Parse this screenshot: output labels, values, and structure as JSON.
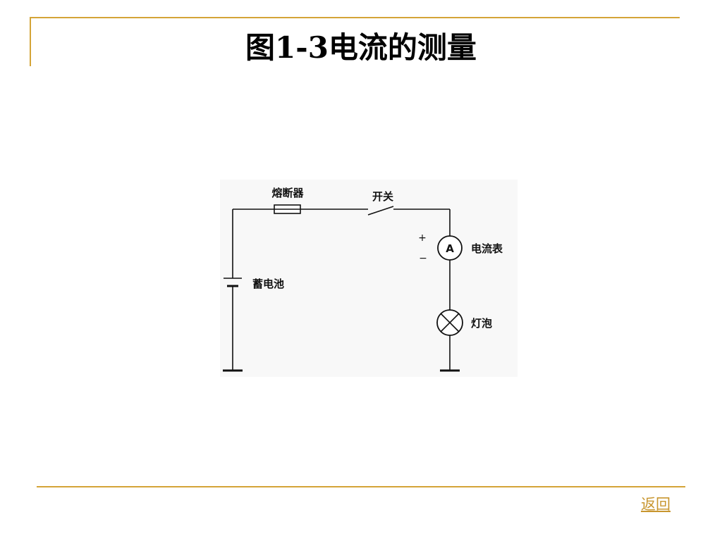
{
  "slide": {
    "title": "图1-3电流的测量",
    "back_link": "返回"
  },
  "diagram": {
    "fuse_label": "熔断器",
    "switch_label": "开关",
    "ammeter_label": "电流表",
    "ammeter_symbol": "A",
    "plus_sign": "+",
    "minus_sign": "−",
    "battery_label": "蓄电池",
    "lamp_label": "灯泡"
  },
  "colors": {
    "accent": "#d4a437",
    "link": "#c8962f"
  }
}
